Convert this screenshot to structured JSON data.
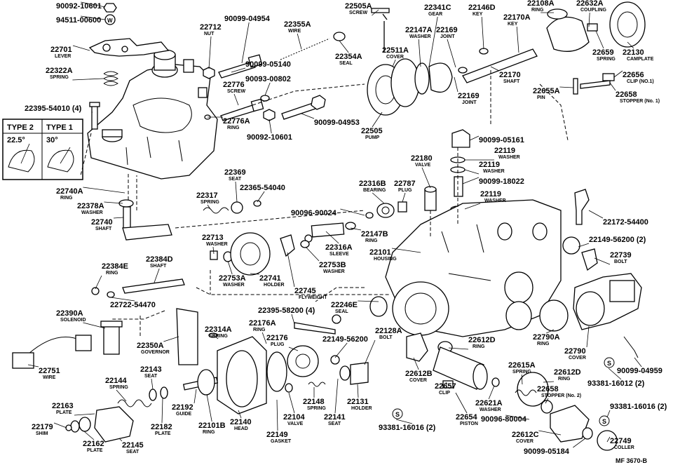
{
  "parts": [
    {
      "id": "p-90092-10601-a",
      "number": "90092-10601",
      "name": ""
    },
    {
      "id": "p-94511-00600",
      "number": "94511-00600",
      "name": ""
    },
    {
      "id": "p-22701",
      "number": "22701",
      "name": "LEVER"
    },
    {
      "id": "p-22322a",
      "number": "22322A",
      "name": "SPRING"
    },
    {
      "id": "p-22395-54010",
      "number": "22395-54010 (4)",
      "name": ""
    },
    {
      "id": "p-22712",
      "number": "22712",
      "name": "NUT"
    },
    {
      "id": "p-90099-04954",
      "number": "90099-04954",
      "name": ""
    },
    {
      "id": "p-22355a",
      "number": "22355A",
      "name": "WIRE"
    },
    {
      "id": "p-22354a",
      "number": "22354A",
      "name": "SEAL"
    },
    {
      "id": "p-90099-05140",
      "number": "90099-05140",
      "name": ""
    },
    {
      "id": "p-90093-00802",
      "number": "90093-00802",
      "name": ""
    },
    {
      "id": "p-22776",
      "number": "22776",
      "name": "SCREW"
    },
    {
      "id": "p-22776a",
      "number": "22776A",
      "name": "RING"
    },
    {
      "id": "p-90099-04953",
      "number": "90099-04953",
      "name": ""
    },
    {
      "id": "p-90092-10601-b",
      "number": "90092-10601",
      "name": ""
    },
    {
      "id": "p-22505a",
      "number": "22505A",
      "name": "SCREW"
    },
    {
      "id": "p-22341c",
      "number": "22341C",
      "name": "GEAR"
    },
    {
      "id": "p-22146d",
      "number": "22146D",
      "name": "KEY"
    },
    {
      "id": "p-22108a",
      "number": "22108A",
      "name": "RING"
    },
    {
      "id": "p-22632a",
      "number": "22632A",
      "name": "COUPLING"
    },
    {
      "id": "p-22170a",
      "number": "22170A",
      "name": "KEY"
    },
    {
      "id": "p-22147a",
      "number": "22147A",
      "name": "WASHER"
    },
    {
      "id": "p-22169-a",
      "number": "22169",
      "name": "JOINT"
    },
    {
      "id": "p-22511a",
      "number": "22511A",
      "name": "COVER"
    },
    {
      "id": "p-22659",
      "number": "22659",
      "name": "SPRING"
    },
    {
      "id": "p-22130",
      "number": "22130",
      "name": "CAMPLATE"
    },
    {
      "id": "p-22170",
      "number": "22170",
      "name": "SHAFT"
    },
    {
      "id": "p-22656",
      "number": "22656",
      "name": "CLIP (NO.1)"
    },
    {
      "id": "p-22169-b",
      "number": "22169",
      "name": "JOINT"
    },
    {
      "id": "p-22655a",
      "number": "22655A",
      "name": "PIN"
    },
    {
      "id": "p-22658-1",
      "number": "22658",
      "name": "STOPPER (No. 1)"
    },
    {
      "id": "p-22505",
      "number": "22505",
      "name": "PUMP"
    },
    {
      "id": "p-90099-05161",
      "number": "90099-05161",
      "name": ""
    },
    {
      "id": "p-22180",
      "number": "22180",
      "name": "VALVE"
    },
    {
      "id": "p-22119-a",
      "number": "22119",
      "name": "WASHER"
    },
    {
      "id": "p-22119-b",
      "number": "22119",
      "name": "WASHER"
    },
    {
      "id": "p-90099-18022",
      "number": "90099-18022",
      "name": ""
    },
    {
      "id": "p-22119-c",
      "number": "22119",
      "name": "WASHER"
    },
    {
      "id": "p-22316b",
      "number": "22316B",
      "name": "BEARING"
    },
    {
      "id": "p-22787",
      "number": "22787",
      "name": "PLUG"
    },
    {
      "id": "p-22369",
      "number": "22369",
      "name": "SEAT"
    },
    {
      "id": "p-22365-54040",
      "number": "22365-54040",
      "name": ""
    },
    {
      "id": "p-22317",
      "number": "22317",
      "name": "SPRING"
    },
    {
      "id": "p-90096-90024",
      "number": "90096-90024",
      "name": ""
    },
    {
      "id": "p-22147b",
      "number": "22147B",
      "name": "RING"
    },
    {
      "id": "p-22172-54400",
      "number": "22172-54400",
      "name": ""
    },
    {
      "id": "p-22740a",
      "number": "22740A",
      "name": "RING"
    },
    {
      "id": "p-22378a",
      "number": "22378A",
      "name": "WASHER"
    },
    {
      "id": "p-22740",
      "number": "22740",
      "name": "SHAFT"
    },
    {
      "id": "p-22713",
      "number": "22713",
      "name": "WASHER"
    },
    {
      "id": "p-22316a",
      "number": "22316A",
      "name": "SLEEVE"
    },
    {
      "id": "p-22101",
      "number": "22101",
      "name": "HOUSING"
    },
    {
      "id": "p-22149-56200-a",
      "number": "22149-56200 (2)",
      "name": ""
    },
    {
      "id": "p-22739",
      "number": "22739",
      "name": "BOLT"
    },
    {
      "id": "p-22384d",
      "number": "22384D",
      "name": "SHAFT"
    },
    {
      "id": "p-22753b",
      "number": "22753B",
      "name": "WASHER"
    },
    {
      "id": "p-22384e",
      "number": "22384E",
      "name": "RING"
    },
    {
      "id": "p-22753a",
      "number": "22753A",
      "name": "WASHER"
    },
    {
      "id": "p-22741",
      "number": "22741",
      "name": "HOLDER"
    },
    {
      "id": "p-22745",
      "number": "22745",
      "name": "FLYWEIGHT"
    },
    {
      "id": "p-22722-54470",
      "number": "22722-54470",
      "name": ""
    },
    {
      "id": "p-22390a",
      "number": "22390A",
      "name": "SOLENOID"
    },
    {
      "id": "p-22395-58200",
      "number": "22395-58200 (4)",
      "name": ""
    },
    {
      "id": "p-22246e",
      "number": "22246E",
      "name": "SEAL"
    },
    {
      "id": "p-22314a",
      "number": "22314A",
      "name": "SPRING"
    },
    {
      "id": "p-22176a",
      "number": "22176A",
      "name": "RING"
    },
    {
      "id": "p-22128a",
      "number": "22128A",
      "name": "BOLT"
    },
    {
      "id": "p-22176",
      "number": "22176",
      "name": "PLUG"
    },
    {
      "id": "p-22149-56200-b",
      "number": "22149-56200",
      "name": ""
    },
    {
      "id": "p-22350a",
      "number": "22350A",
      "name": "GOVERNOR"
    },
    {
      "id": "p-22612d",
      "number": "22612D",
      "name": "RING"
    },
    {
      "id": "p-22790a",
      "number": "22790A",
      "name": "RING"
    },
    {
      "id": "p-22790",
      "number": "22790",
      "name": "COVER"
    },
    {
      "id": "p-90099-04959",
      "number": "90099-04959",
      "name": ""
    },
    {
      "id": "p-22751",
      "number": "22751",
      "name": "WIRE"
    },
    {
      "id": "p-22143",
      "number": "22143",
      "name": "SEAT"
    },
    {
      "id": "p-22144",
      "number": "22144",
      "name": "SPRING"
    },
    {
      "id": "p-22612b",
      "number": "22612B",
      "name": "COVER"
    },
    {
      "id": "p-22615a",
      "number": "22615A",
      "name": "SPRING"
    },
    {
      "id": "p-22612d-b",
      "number": "22612D",
      "name": "RING"
    },
    {
      "id": "p-93381-16012-a",
      "number": "93381-16012 (2)",
      "name": ""
    },
    {
      "id": "p-22657",
      "number": "22657",
      "name": "CLIP"
    },
    {
      "id": "p-22658-2",
      "number": "22658",
      "name": "STOPPER (No. 2)"
    },
    {
      "id": "p-22148",
      "number": "22148",
      "name": "SPRING"
    },
    {
      "id": "p-22131",
      "number": "22131",
      "name": "HOLDER"
    },
    {
      "id": "p-22163",
      "number": "22163",
      "name": "PLATE"
    },
    {
      "id": "p-22192",
      "number": "22192",
      "name": "GUIDE"
    },
    {
      "id": "p-22104",
      "number": "22104",
      "name": "VALVE"
    },
    {
      "id": "p-22141",
      "number": "22141",
      "name": "SEAT"
    },
    {
      "id": "p-22621a",
      "number": "22621A",
      "name": "WASHER"
    },
    {
      "id": "p-90096-80004",
      "number": "90096-80004",
      "name": ""
    },
    {
      "id": "p-93381-16016-a",
      "number": "93381-16016 (2)",
      "name": ""
    },
    {
      "id": "p-22179",
      "number": "22179",
      "name": "SHIM"
    },
    {
      "id": "p-22182",
      "number": "22182",
      "name": "PLATE"
    },
    {
      "id": "p-22101b",
      "number": "22101B",
      "name": "RING"
    },
    {
      "id": "p-22140",
      "number": "22140",
      "name": "HEAD"
    },
    {
      "id": "p-22654",
      "number": "22654",
      "name": "PISTON"
    },
    {
      "id": "p-93381-16016-b",
      "number": "93381-16016 (2)",
      "name": ""
    },
    {
      "id": "p-22612c",
      "number": "22612C",
      "name": "COVER"
    },
    {
      "id": "p-22749",
      "number": "22749",
      "name": "COLLER"
    },
    {
      "id": "p-22162",
      "number": "22162",
      "name": "PLATE"
    },
    {
      "id": "p-22145",
      "number": "22145",
      "name": "SEAT"
    },
    {
      "id": "p-22149",
      "number": "22149",
      "name": "GASKET"
    },
    {
      "id": "p-90099-05184",
      "number": "90099-05184",
      "name": ""
    }
  ],
  "inset": {
    "type2_label": "TYPE 2",
    "type1_label": "TYPE 1",
    "type2_angle": "22.5°",
    "type1_angle": "30°"
  },
  "callout_s": "S",
  "figure_code": "MF 3670-B"
}
